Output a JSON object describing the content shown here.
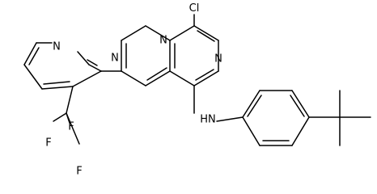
{
  "structure": {
    "atom_labels": {
      "cl": "Cl",
      "n_pyrimidine_top": "N",
      "n_pyrimidine_right": "N",
      "n_naphthyridine": "N",
      "n_pyridine": "N",
      "nh": "HN",
      "f_top": "F",
      "f_left": "F",
      "f_bottom": "F"
    },
    "colors": {
      "bond": "#000000",
      "label": "#000000",
      "background": "#ffffff"
    }
  }
}
